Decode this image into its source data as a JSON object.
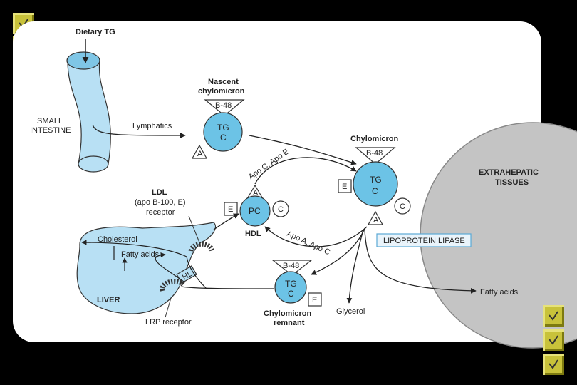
{
  "labels": {
    "dietary_tg": "Dietary TG",
    "small_intestine_1": "SMALL",
    "small_intestine_2": "INTESTINE",
    "lymphatics": "Lymphatics",
    "nascent_1": "Nascent",
    "nascent_2": "chylomicron",
    "b48": "B-48",
    "tg": "TG",
    "c": "C",
    "a": "A",
    "e": "E",
    "chylomicron": "Chylomicron",
    "apo_c_apo_e": "Apo C, Apo E",
    "apo_a_apo_c": "Apo A, Apo C",
    "extrahepatic_1": "EXTRAHEPATIC",
    "extrahepatic_2": "TISSUES",
    "ldl_1": "LDL",
    "ldl_2": "(apo B-100, E)",
    "ldl_3": "receptor",
    "pc": "PC",
    "hdl": "HDL",
    "lipoprotein_lipase": "LIPOPROTEIN LIPASE",
    "cholesterol": "Cholesterol",
    "fatty_acids": "Fatty acids",
    "hl": "HL",
    "liver": "LIVER",
    "lrp_receptor": "LRP receptor",
    "remnant_1": "Chylomicron",
    "remnant_2": "remnant",
    "glycerol": "Glycerol",
    "fatty_acids_out": "Fatty acids"
  },
  "colors": {
    "lipoprotein": "#6cc3e6",
    "organ": "#b8e0f4",
    "tissue": "#c4c4c4",
    "accent_square": "#c8c23a"
  }
}
